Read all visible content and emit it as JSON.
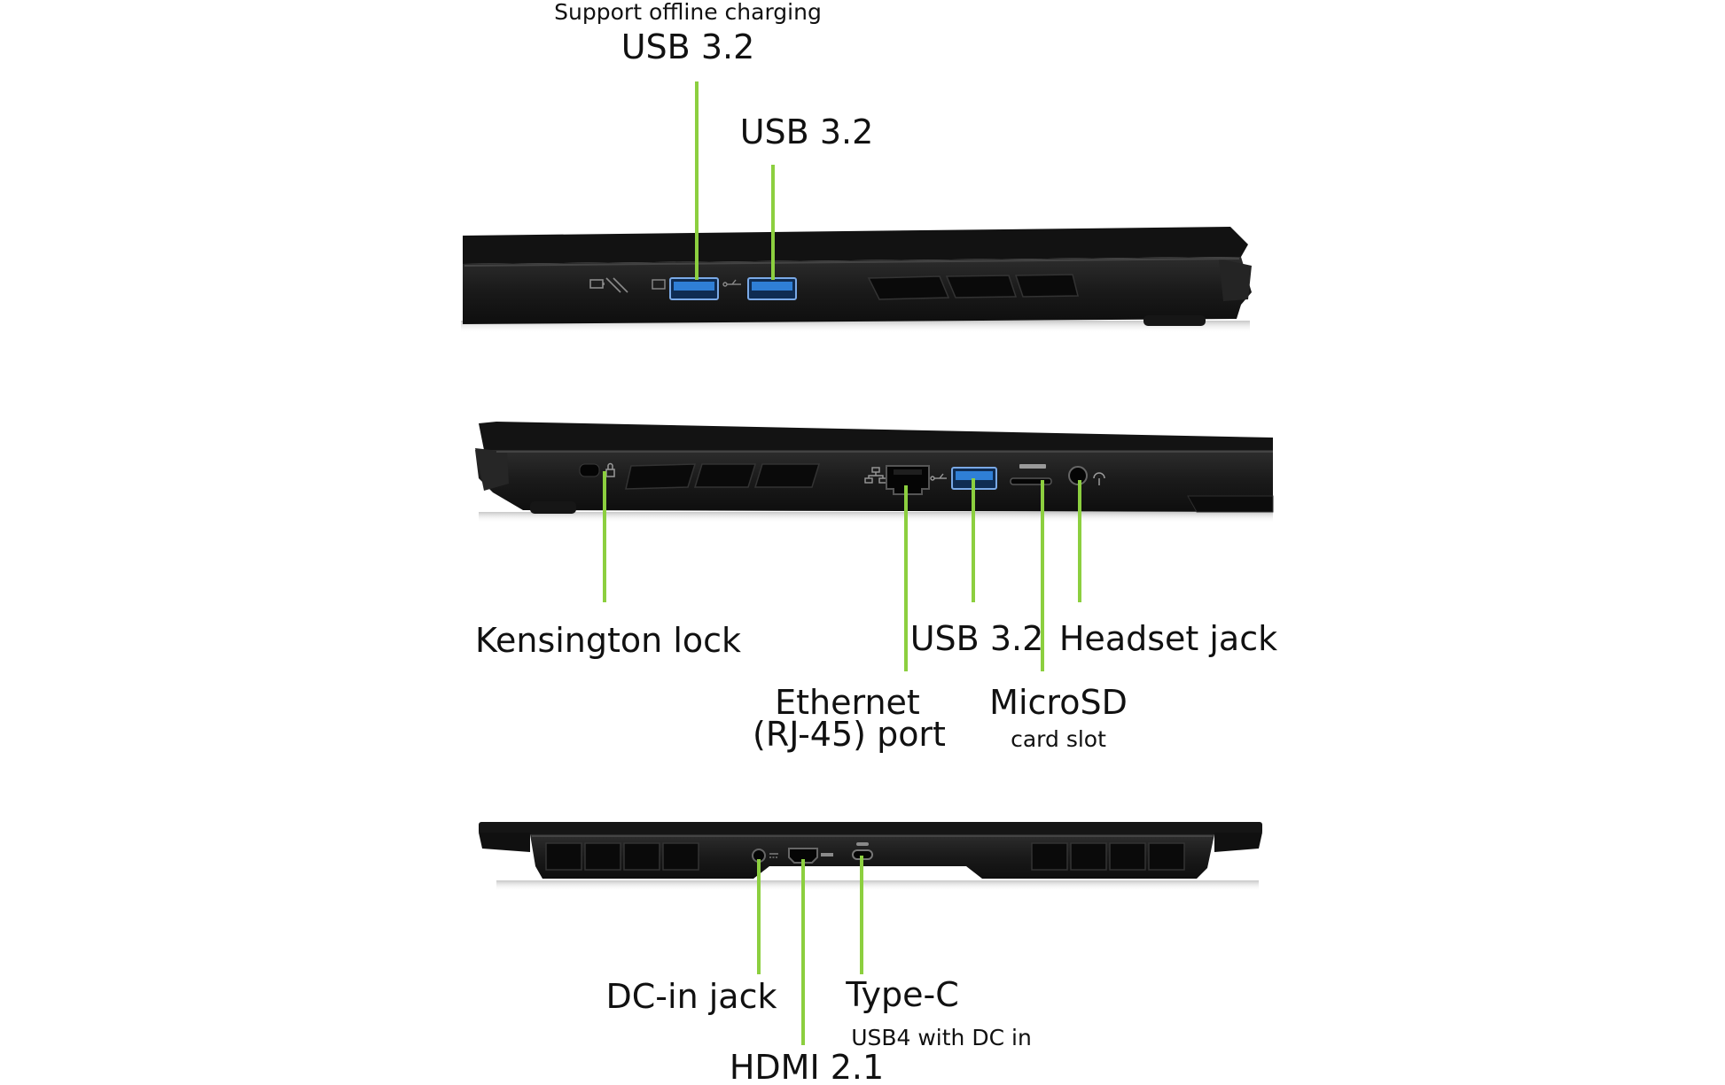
{
  "colors": {
    "background": "#ffffff",
    "callout_line": "#8ccf3f",
    "chassis": "#1b1b1b",
    "chassis_highlight": "#3a3a3a",
    "usb_port": "#2f7fd6",
    "text": "#111111"
  },
  "icons": {
    "top_port_icons": [
      "battery-charge-icon",
      "usb-symbol-icon"
    ],
    "middle_port_icons": [
      "lock-icon",
      "network-icon",
      "usb-symbol-icon",
      "microsd-icon",
      "headset-icon"
    ],
    "back_port_icons": [
      "dc-power-icon",
      "hdmi-icon",
      "type-c-icon"
    ]
  },
  "views": {
    "right_side": {
      "labels": {
        "usb_offline_note": "Support offline charging",
        "usb_offline_title": "USB 3.2",
        "usb_second_title": "USB 3.2"
      }
    },
    "left_side": {
      "labels": {
        "kensington": "Kensington lock",
        "ethernet_line1": "Ethernet",
        "ethernet_line2": "(RJ-45) port",
        "usb_title": "USB 3.2",
        "microsd_title": "MicroSD",
        "microsd_note": "card slot",
        "headset": "Headset jack"
      }
    },
    "rear": {
      "labels": {
        "dc_in": "DC-in jack",
        "hdmi": "HDMI 2.1",
        "typec_title": "Type-C",
        "typec_note": "USB4 with DC in"
      }
    }
  }
}
